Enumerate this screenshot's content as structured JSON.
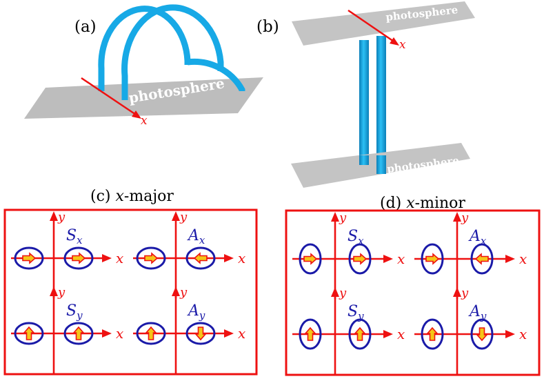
{
  "panels": {
    "a": {
      "label": "(a)",
      "plane_label": "photosphere",
      "axis_label": "x"
    },
    "b": {
      "label": "(b)",
      "top_plane_label": "photosphere",
      "bottom_plane_label": "photosphere",
      "axis_label": "x"
    },
    "c": {
      "label_prefix": "(c) ",
      "label_var": "x",
      "label_suffix": "-major",
      "modes": [
        {
          "name": "S",
          "sub": "x",
          "xlab": "x",
          "ylab": "y"
        },
        {
          "name": "A",
          "sub": "x",
          "xlab": "x",
          "ylab": "y"
        },
        {
          "name": "S",
          "sub": "y",
          "xlab": "x",
          "ylab": "y"
        },
        {
          "name": "A",
          "sub": "y",
          "xlab": "x",
          "ylab": "y"
        }
      ]
    },
    "d": {
      "label_prefix": "(d) ",
      "label_var": "x",
      "label_suffix": "-minor",
      "modes": [
        {
          "name": "S",
          "sub": "x",
          "xlab": "x",
          "ylab": "y"
        },
        {
          "name": "A",
          "sub": "x",
          "xlab": "x",
          "ylab": "y"
        },
        {
          "name": "S",
          "sub": "y",
          "xlab": "x",
          "ylab": "y"
        },
        {
          "name": "A",
          "sub": "y",
          "xlab": "x",
          "ylab": "y"
        }
      ]
    }
  },
  "colors": {
    "axis": "#ee1111",
    "ellipse": "#1a1aa8",
    "tube": "#17a9e6",
    "tube_dark": "#0d86bd",
    "plane": "#bdbdbd",
    "mode_text": "#1a1aa8",
    "arrow_fill": "#f5c518",
    "arrow_edge": "#ee1111"
  }
}
